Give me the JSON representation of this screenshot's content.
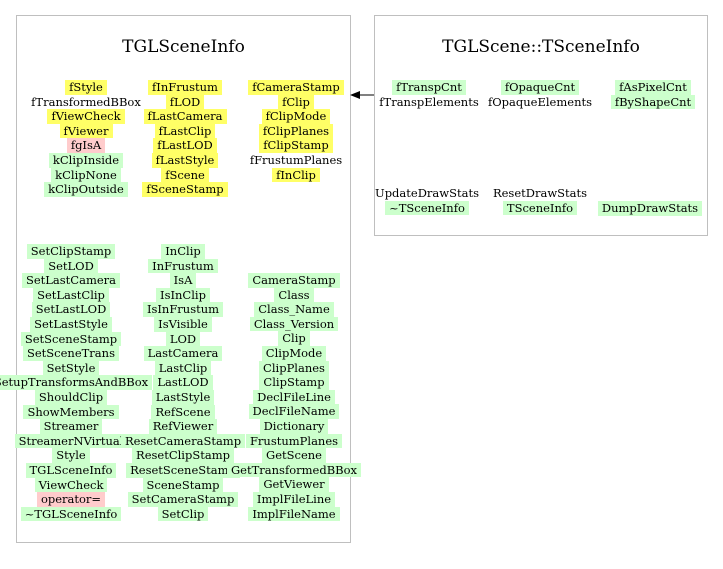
{
  "colors": {
    "data_member": "#ffff66",
    "method": "#ccffcc",
    "special": "#ffcccc",
    "border": "#bfbfbf"
  },
  "left_box": {
    "title": "TGLSceneInfo",
    "members_col1": [
      {
        "text": "fStyle",
        "kind": "y"
      },
      {
        "text": "fTransformedBBox",
        "kind": "n"
      },
      {
        "text": "fViewCheck",
        "kind": "y"
      },
      {
        "text": "fViewer",
        "kind": "y"
      },
      {
        "text": "fgIsA",
        "kind": "r"
      },
      {
        "text": "kClipInside",
        "kind": "g"
      },
      {
        "text": "kClipNone",
        "kind": "g"
      },
      {
        "text": "kClipOutside",
        "kind": "g"
      }
    ],
    "members_col2": [
      {
        "text": "fInFrustum",
        "kind": "y"
      },
      {
        "text": "fLOD",
        "kind": "y"
      },
      {
        "text": "fLastCamera",
        "kind": "y"
      },
      {
        "text": "fLastClip",
        "kind": "y"
      },
      {
        "text": "fLastLOD",
        "kind": "y"
      },
      {
        "text": "fLastStyle",
        "kind": "y"
      },
      {
        "text": "fScene",
        "kind": "y"
      },
      {
        "text": "fSceneStamp",
        "kind": "y"
      }
    ],
    "members_col3": [
      {
        "text": "fCameraStamp",
        "kind": "y"
      },
      {
        "text": "fClip",
        "kind": "y"
      },
      {
        "text": "fClipMode",
        "kind": "y"
      },
      {
        "text": "fClipPlanes",
        "kind": "y"
      },
      {
        "text": "fClipStamp",
        "kind": "y"
      },
      {
        "text": "fFrustumPlanes",
        "kind": "n"
      },
      {
        "text": "fInClip",
        "kind": "y"
      }
    ],
    "methods_col1": [
      {
        "text": "SetClipStamp",
        "kind": "g"
      },
      {
        "text": "SetLOD",
        "kind": "g"
      },
      {
        "text": "SetLastCamera",
        "kind": "g"
      },
      {
        "text": "SetLastClip",
        "kind": "g"
      },
      {
        "text": "SetLastLOD",
        "kind": "g"
      },
      {
        "text": "SetLastStyle",
        "kind": "g"
      },
      {
        "text": "SetSceneStamp",
        "kind": "g"
      },
      {
        "text": "SetSceneTrans",
        "kind": "g"
      },
      {
        "text": "SetStyle",
        "kind": "g"
      },
      {
        "text": "SetupTransformsAndBBox",
        "kind": "g"
      },
      {
        "text": "ShouldClip",
        "kind": "g"
      },
      {
        "text": "ShowMembers",
        "kind": "g"
      },
      {
        "text": "Streamer",
        "kind": "g"
      },
      {
        "text": "StreamerNVirtual",
        "kind": "g"
      },
      {
        "text": "Style",
        "kind": "g"
      },
      {
        "text": "TGLSceneInfo",
        "kind": "g"
      },
      {
        "text": "ViewCheck",
        "kind": "g"
      },
      {
        "text": "operator=",
        "kind": "r"
      },
      {
        "text": "~TGLSceneInfo",
        "kind": "g"
      }
    ],
    "methods_col2": [
      {
        "text": "InClip",
        "kind": "g"
      },
      {
        "text": "InFrustum",
        "kind": "g"
      },
      {
        "text": "IsA",
        "kind": "g"
      },
      {
        "text": "IsInClip",
        "kind": "g"
      },
      {
        "text": "IsInFrustum",
        "kind": "g"
      },
      {
        "text": "IsVisible",
        "kind": "g"
      },
      {
        "text": "LOD",
        "kind": "g"
      },
      {
        "text": "LastCamera",
        "kind": "g"
      },
      {
        "text": "LastClip",
        "kind": "g"
      },
      {
        "text": "LastLOD",
        "kind": "g"
      },
      {
        "text": "LastStyle",
        "kind": "g"
      },
      {
        "text": "RefScene",
        "kind": "g"
      },
      {
        "text": "RefViewer",
        "kind": "g"
      },
      {
        "text": "ResetCameraStamp",
        "kind": "g"
      },
      {
        "text": "ResetClipStamp",
        "kind": "g"
      },
      {
        "text": "ResetSceneStamp",
        "kind": "g"
      },
      {
        "text": "SceneStamp",
        "kind": "g"
      },
      {
        "text": "SetCameraStamp",
        "kind": "g"
      },
      {
        "text": "SetClip",
        "kind": "g"
      }
    ],
    "methods_col3": [
      {
        "text": "CameraStamp",
        "kind": "g"
      },
      {
        "text": "Class",
        "kind": "g"
      },
      {
        "text": "Class_Name",
        "kind": "g"
      },
      {
        "text": "Class_Version",
        "kind": "g"
      },
      {
        "text": "Clip",
        "kind": "g"
      },
      {
        "text": "ClipMode",
        "kind": "g"
      },
      {
        "text": "ClipPlanes",
        "kind": "g"
      },
      {
        "text": "ClipStamp",
        "kind": "g"
      },
      {
        "text": "DeclFileLine",
        "kind": "g"
      },
      {
        "text": "DeclFileName",
        "kind": "g"
      },
      {
        "text": "Dictionary",
        "kind": "g"
      },
      {
        "text": "FrustumPlanes",
        "kind": "g"
      },
      {
        "text": "GetScene",
        "kind": "g"
      },
      {
        "text": "GetTransformedBBox",
        "kind": "g"
      },
      {
        "text": "GetViewer",
        "kind": "g"
      },
      {
        "text": "ImplFileLine",
        "kind": "g"
      },
      {
        "text": "ImplFileName",
        "kind": "g"
      }
    ]
  },
  "right_box": {
    "title": "TGLScene::TSceneInfo",
    "members_col1": [
      {
        "text": "fTranspCnt",
        "kind": "g"
      },
      {
        "text": "fTranspElements",
        "kind": "n"
      }
    ],
    "members_col2": [
      {
        "text": "fOpaqueCnt",
        "kind": "g"
      },
      {
        "text": "fOpaqueElements",
        "kind": "n"
      }
    ],
    "members_col3": [
      {
        "text": "fAsPixelCnt",
        "kind": "g"
      },
      {
        "text": "fByShapeCnt",
        "kind": "g"
      }
    ],
    "methods_col1": [
      {
        "text": "UpdateDrawStats",
        "kind": "n"
      },
      {
        "text": "~TSceneInfo",
        "kind": "g"
      }
    ],
    "methods_col2": [
      {
        "text": "ResetDrawStats",
        "kind": "n"
      },
      {
        "text": "TSceneInfo",
        "kind": "g"
      }
    ],
    "methods_col3": [
      {
        "text": "DumpDrawStats",
        "kind": "g"
      }
    ]
  }
}
